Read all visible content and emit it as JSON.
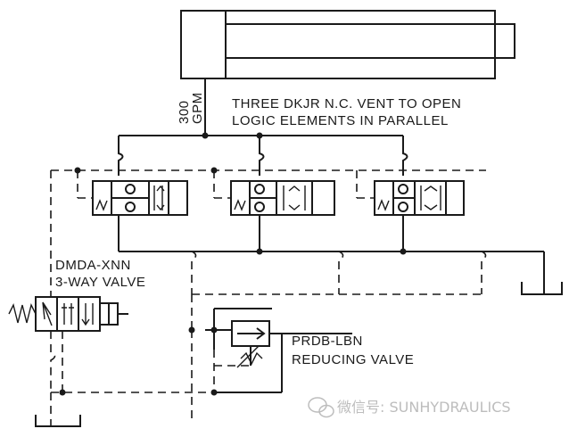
{
  "labels": {
    "flow_rate": "300\nGPM",
    "description_line1": "THREE DKJR N.C. VENT TO OPEN",
    "description_line2": "LOGIC ELEMENTS IN PARALLEL",
    "valve_3way_line1": "DMDA-XNN",
    "valve_3way_line2": "3-WAY VALVE",
    "reducing_line1": "PRDB-LBN",
    "reducing_line2": "REDUCING VALVE"
  },
  "watermark": {
    "text": "微信号: SUNHYDRAULICS",
    "icon": "wechat-icon"
  },
  "logic_elements": [
    {
      "name": "logic-element-1"
    },
    {
      "name": "logic-element-2"
    },
    {
      "name": "logic-element-3"
    }
  ]
}
